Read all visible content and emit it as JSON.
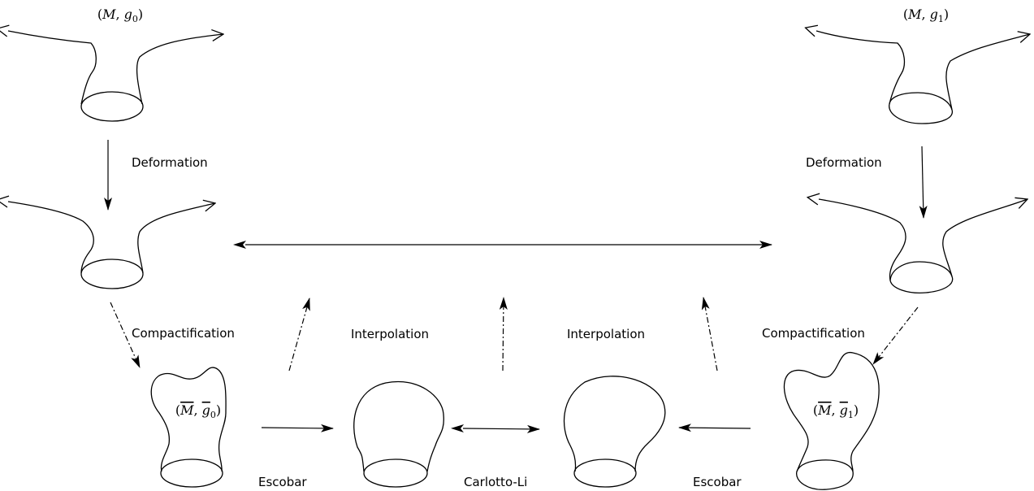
{
  "labels": {
    "metric_g0": {
      "open": "(",
      "M": "M",
      "sep": ", ",
      "g": "g",
      "sub": "0",
      "close": ")"
    },
    "metric_g1": {
      "open": "(",
      "M": "M",
      "sep": ", ",
      "g": "g",
      "sub": "1",
      "close": ")"
    },
    "compact_g0": {
      "open": "(",
      "M": "M",
      "sep": ", ",
      "g": "g",
      "sub": "0",
      "close": ")"
    },
    "compact_g1": {
      "open": "(",
      "M": "M",
      "sep": ", ",
      "g": "g",
      "sub": "1",
      "close": ")"
    },
    "deformation_left": "Deformation",
    "deformation_right": "Deformation",
    "compactification_left": "Compactification",
    "compactification_right": "Compactification",
    "interpolation_left": "Interpolation",
    "interpolation_right": "Interpolation",
    "escobar_left": "Escobar",
    "escobar_right": "Escobar",
    "carlotto_li": "Carlotto-Li"
  }
}
